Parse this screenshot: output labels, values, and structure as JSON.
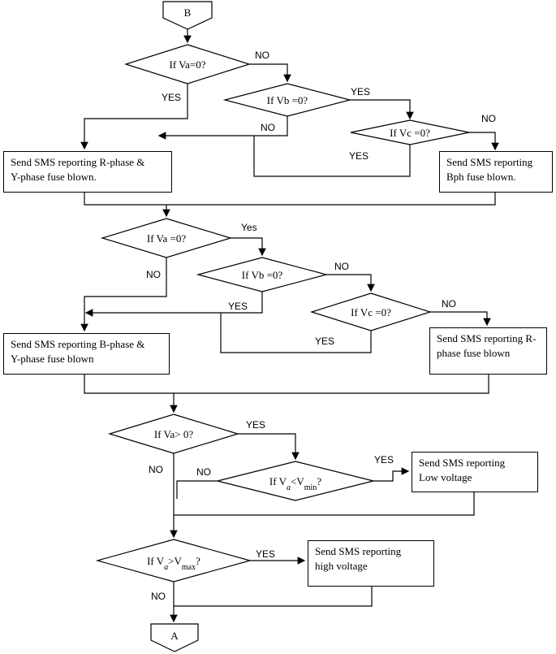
{
  "connectors": {
    "start": "B",
    "end": "A"
  },
  "branch_labels": {
    "yes": "YES",
    "no": "NO",
    "yes_mixed": "Yes"
  },
  "section1": {
    "d1": "If Va=0?",
    "d2": "If Vb =0?",
    "d3": "If Vc =0?",
    "box_ry": [
      "Send SMS reporting R-phase &",
      "Y-phase fuse blown."
    ],
    "box_b": [
      "Send SMS reporting",
      "Bph fuse blown."
    ]
  },
  "section2": {
    "d1": "If Va =0?",
    "d2": "If Vb =0?",
    "d3": "If Vc =0?",
    "box_by": [
      "Send SMS reporting B-phase &",
      "Y-phase fuse blown"
    ],
    "box_r": [
      "Send SMS reporting R-",
      "phase fuse blown"
    ]
  },
  "section3": {
    "d1": "If Va> 0?",
    "d2_base": "If V",
    "d2_sub1": "a",
    "d2_mid": "<V",
    "d2_sub2": "min",
    "d2_tail": "?",
    "box_low": [
      "Send SMS reporting",
      "Low voltage"
    ],
    "d3_base": "If V",
    "d3_sub1": "a",
    "d3_mid": ">V",
    "d3_sub2": "max",
    "d3_tail": "?",
    "box_high": [
      "Send SMS reporting",
      "high voltage"
    ]
  }
}
